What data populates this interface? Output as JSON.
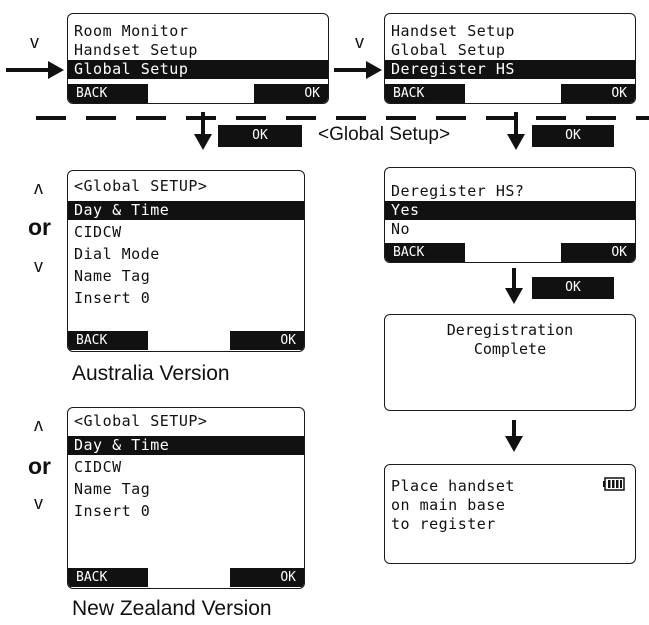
{
  "screens": {
    "s1": {
      "rows": [
        "Room Monitor",
        "Handset Setup",
        "Global Setup"
      ],
      "highlight": 2,
      "back": "BACK",
      "ok": "OK"
    },
    "s2": {
      "rows": [
        "Handset Setup",
        "Global Setup",
        "Deregister HS"
      ],
      "highlight": 2,
      "back": "BACK",
      "ok": "OK"
    },
    "au": {
      "rows": [
        "<Global SETUP>",
        "Day & Time",
        "CIDCW",
        "Dial Mode",
        "Name Tag",
        "Insert 0"
      ],
      "highlight": 1,
      "back": "BACK",
      "ok": "OK"
    },
    "nz": {
      "rows": [
        "<Global SETUP>",
        "Day & Time",
        "CIDCW",
        "Name Tag",
        "Insert 0"
      ],
      "highlight": 1,
      "back": "BACK",
      "ok": "OK"
    },
    "dereg": {
      "rows": [
        "Deregister HS?",
        "Yes",
        "No"
      ],
      "highlight": 1,
      "back": "BACK",
      "ok": "OK"
    },
    "complete": {
      "lines": [
        "Deregistration",
        "Complete"
      ]
    },
    "place": {
      "lines": [
        "Place handset",
        "on main base",
        "to register"
      ]
    }
  },
  "ok_buttons": {
    "left": "OK",
    "right": "OK",
    "lower": "OK"
  },
  "section_label": "<Global Setup>",
  "side_marks": {
    "down": "v",
    "up": "ʌ",
    "or": "or"
  },
  "captions": {
    "au": "Australia Version",
    "nz": "New Zealand Version"
  }
}
